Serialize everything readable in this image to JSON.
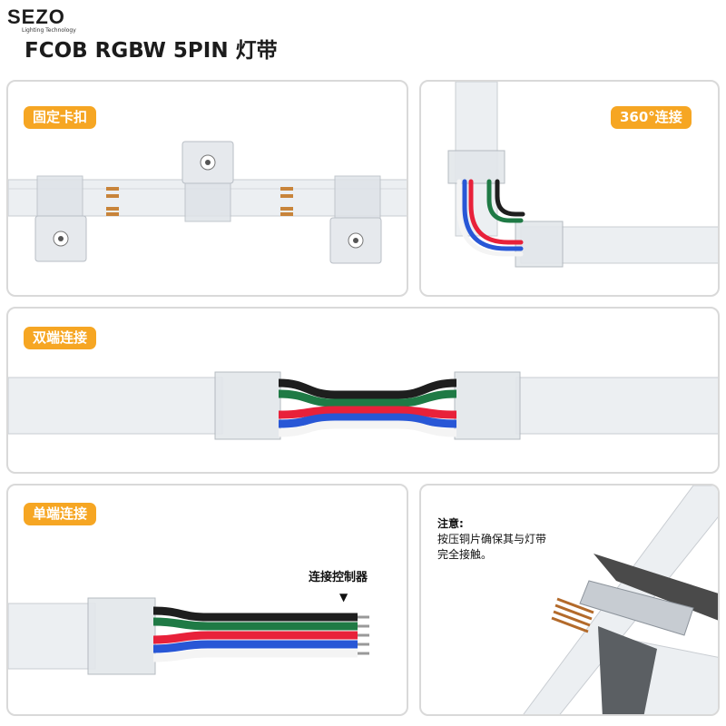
{
  "brand": {
    "name": "SEZO",
    "tagline": "Lighting Technology"
  },
  "title": "FCOB RGBW 5PIN 灯带",
  "panels": {
    "clip": {
      "tag": "固定卡扣"
    },
    "corner": {
      "tag": "360°连接"
    },
    "double": {
      "tag": "双端连接"
    },
    "single": {
      "tag": "单端连接",
      "controller_label": "连接控制器",
      "arrow": "▼"
    },
    "note": {
      "title": "注意:",
      "line1": "按压铜片确保其与灯带",
      "line2": "完全接触。"
    }
  },
  "wire_colors": {
    "black": "#1e1e1e",
    "green": "#1f7a45",
    "red": "#e8213a",
    "blue": "#2857d6",
    "white": "#f4f4f4"
  },
  "accent_color": "#f6a623"
}
